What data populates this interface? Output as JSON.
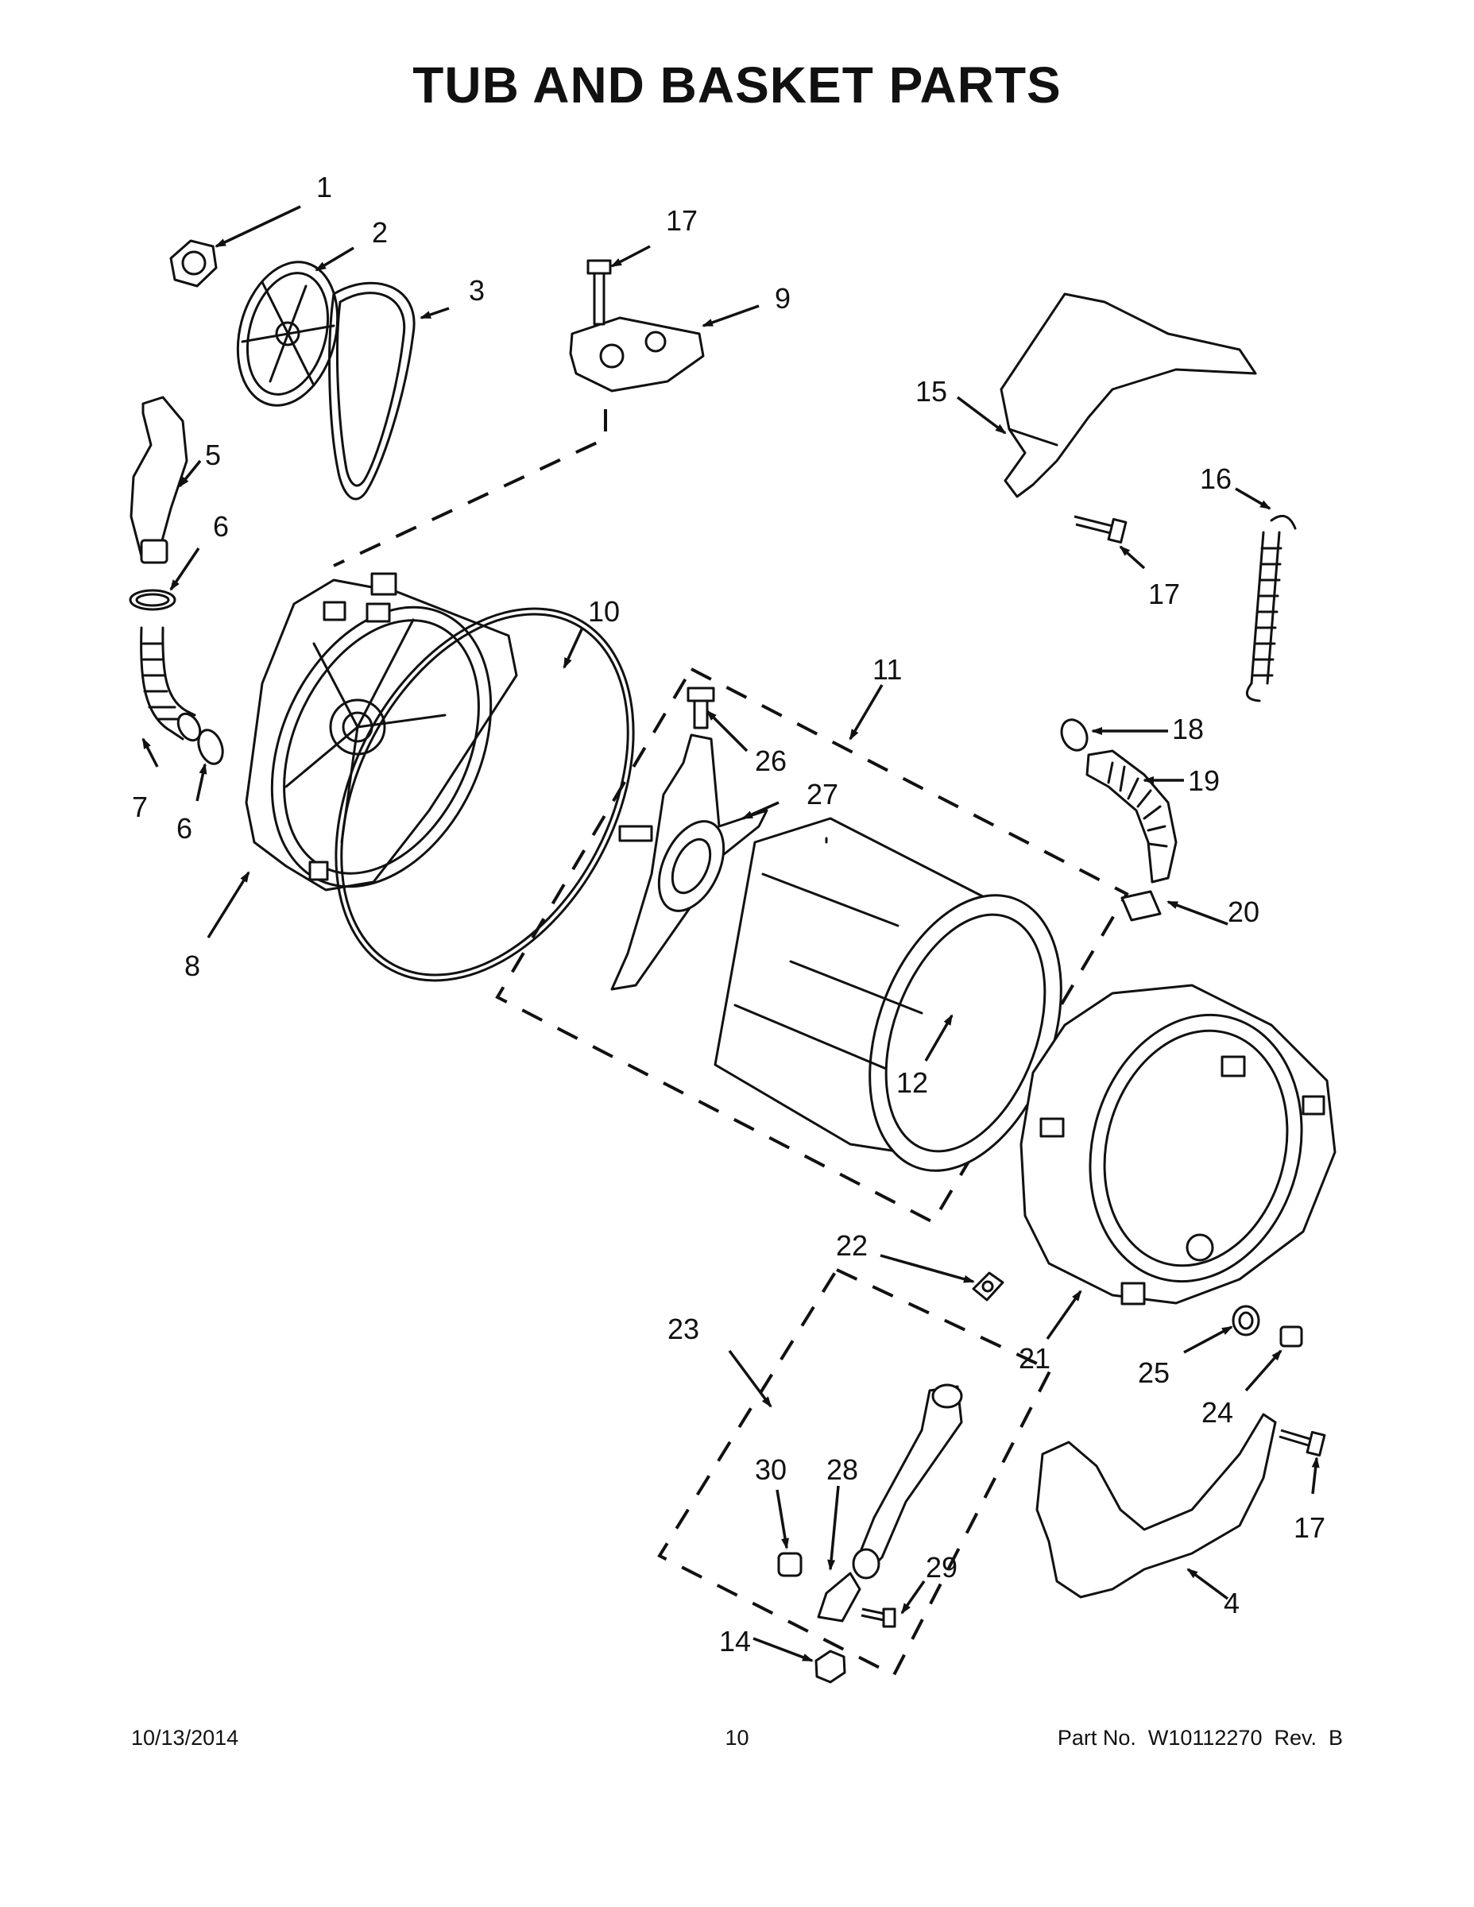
{
  "title": "TUB AND BASKET PARTS",
  "footer": {
    "date": "10/13/2014",
    "page": "10",
    "part_number": "Part No.  W10112270  Rev.  B"
  },
  "callouts": {
    "c1": "1",
    "c2": "2",
    "c3": "3",
    "c4": "4",
    "c5": "5",
    "c6a": "6",
    "c6b": "6",
    "c7": "7",
    "c8": "8",
    "c9": "9",
    "c10": "10",
    "c11": "11",
    "c12": "12",
    "c14": "14",
    "c15": "15",
    "c16": "16",
    "c17a": "17",
    "c17b": "17",
    "c17c": "17",
    "c18": "18",
    "c19": "19",
    "c20": "20",
    "c21": "21",
    "c22": "22",
    "c23": "23",
    "c24": "24",
    "c25": "25",
    "c26": "26",
    "c27": "27",
    "c28": "28",
    "c29": "29",
    "c30": "30"
  }
}
